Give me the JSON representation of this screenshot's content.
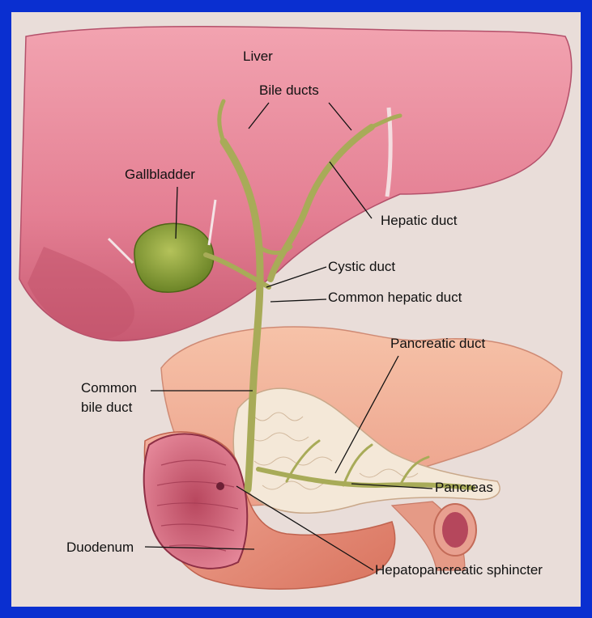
{
  "diagram": {
    "labels": {
      "liver": "Liver",
      "bile_ducts": "Bile ducts",
      "gallbladder": "Gallbladder",
      "hepatic_duct": "Hepatic duct",
      "cystic_duct": "Cystic duct",
      "common_hepatic_duct": "Common hepatic duct",
      "pancreatic_duct": "Pancreatic duct",
      "common_bile_duct_line1": "Common",
      "common_bile_duct_line2": "bile duct",
      "pancreas": "Pancreas",
      "duodenum": "Duodenum",
      "hepatopancreatic_sphincter": "Hepatopancreatic sphincter"
    },
    "colors": {
      "frame_border": "#0a2fd0",
      "paper": "#e9ddd9",
      "liver": "#e97f92",
      "gallbladder": "#8fa83a",
      "pancreas": "#f3e6d4",
      "duodenum": "#e9917f",
      "ducts": "#a9ad5a"
    }
  }
}
